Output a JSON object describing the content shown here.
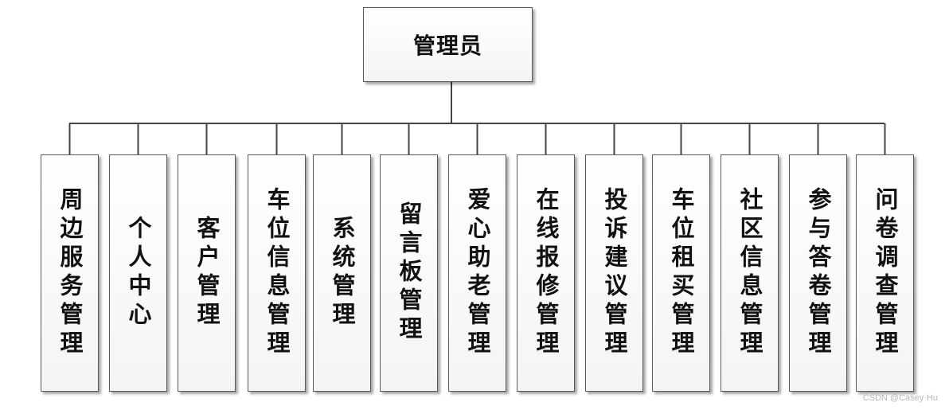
{
  "root": {
    "label": "管理员"
  },
  "children": [
    "周边服务管理",
    "个人中心",
    "客户管理",
    "车位信息管理",
    "系统管理",
    "留言板管理",
    "爱心助老管理",
    "在线报修管理",
    "投诉建议管理",
    "车位租买管理",
    "社区信息管理",
    "参与答卷管理",
    "问卷调查管理"
  ],
  "watermark": "CSDN @Casey·Hu"
}
